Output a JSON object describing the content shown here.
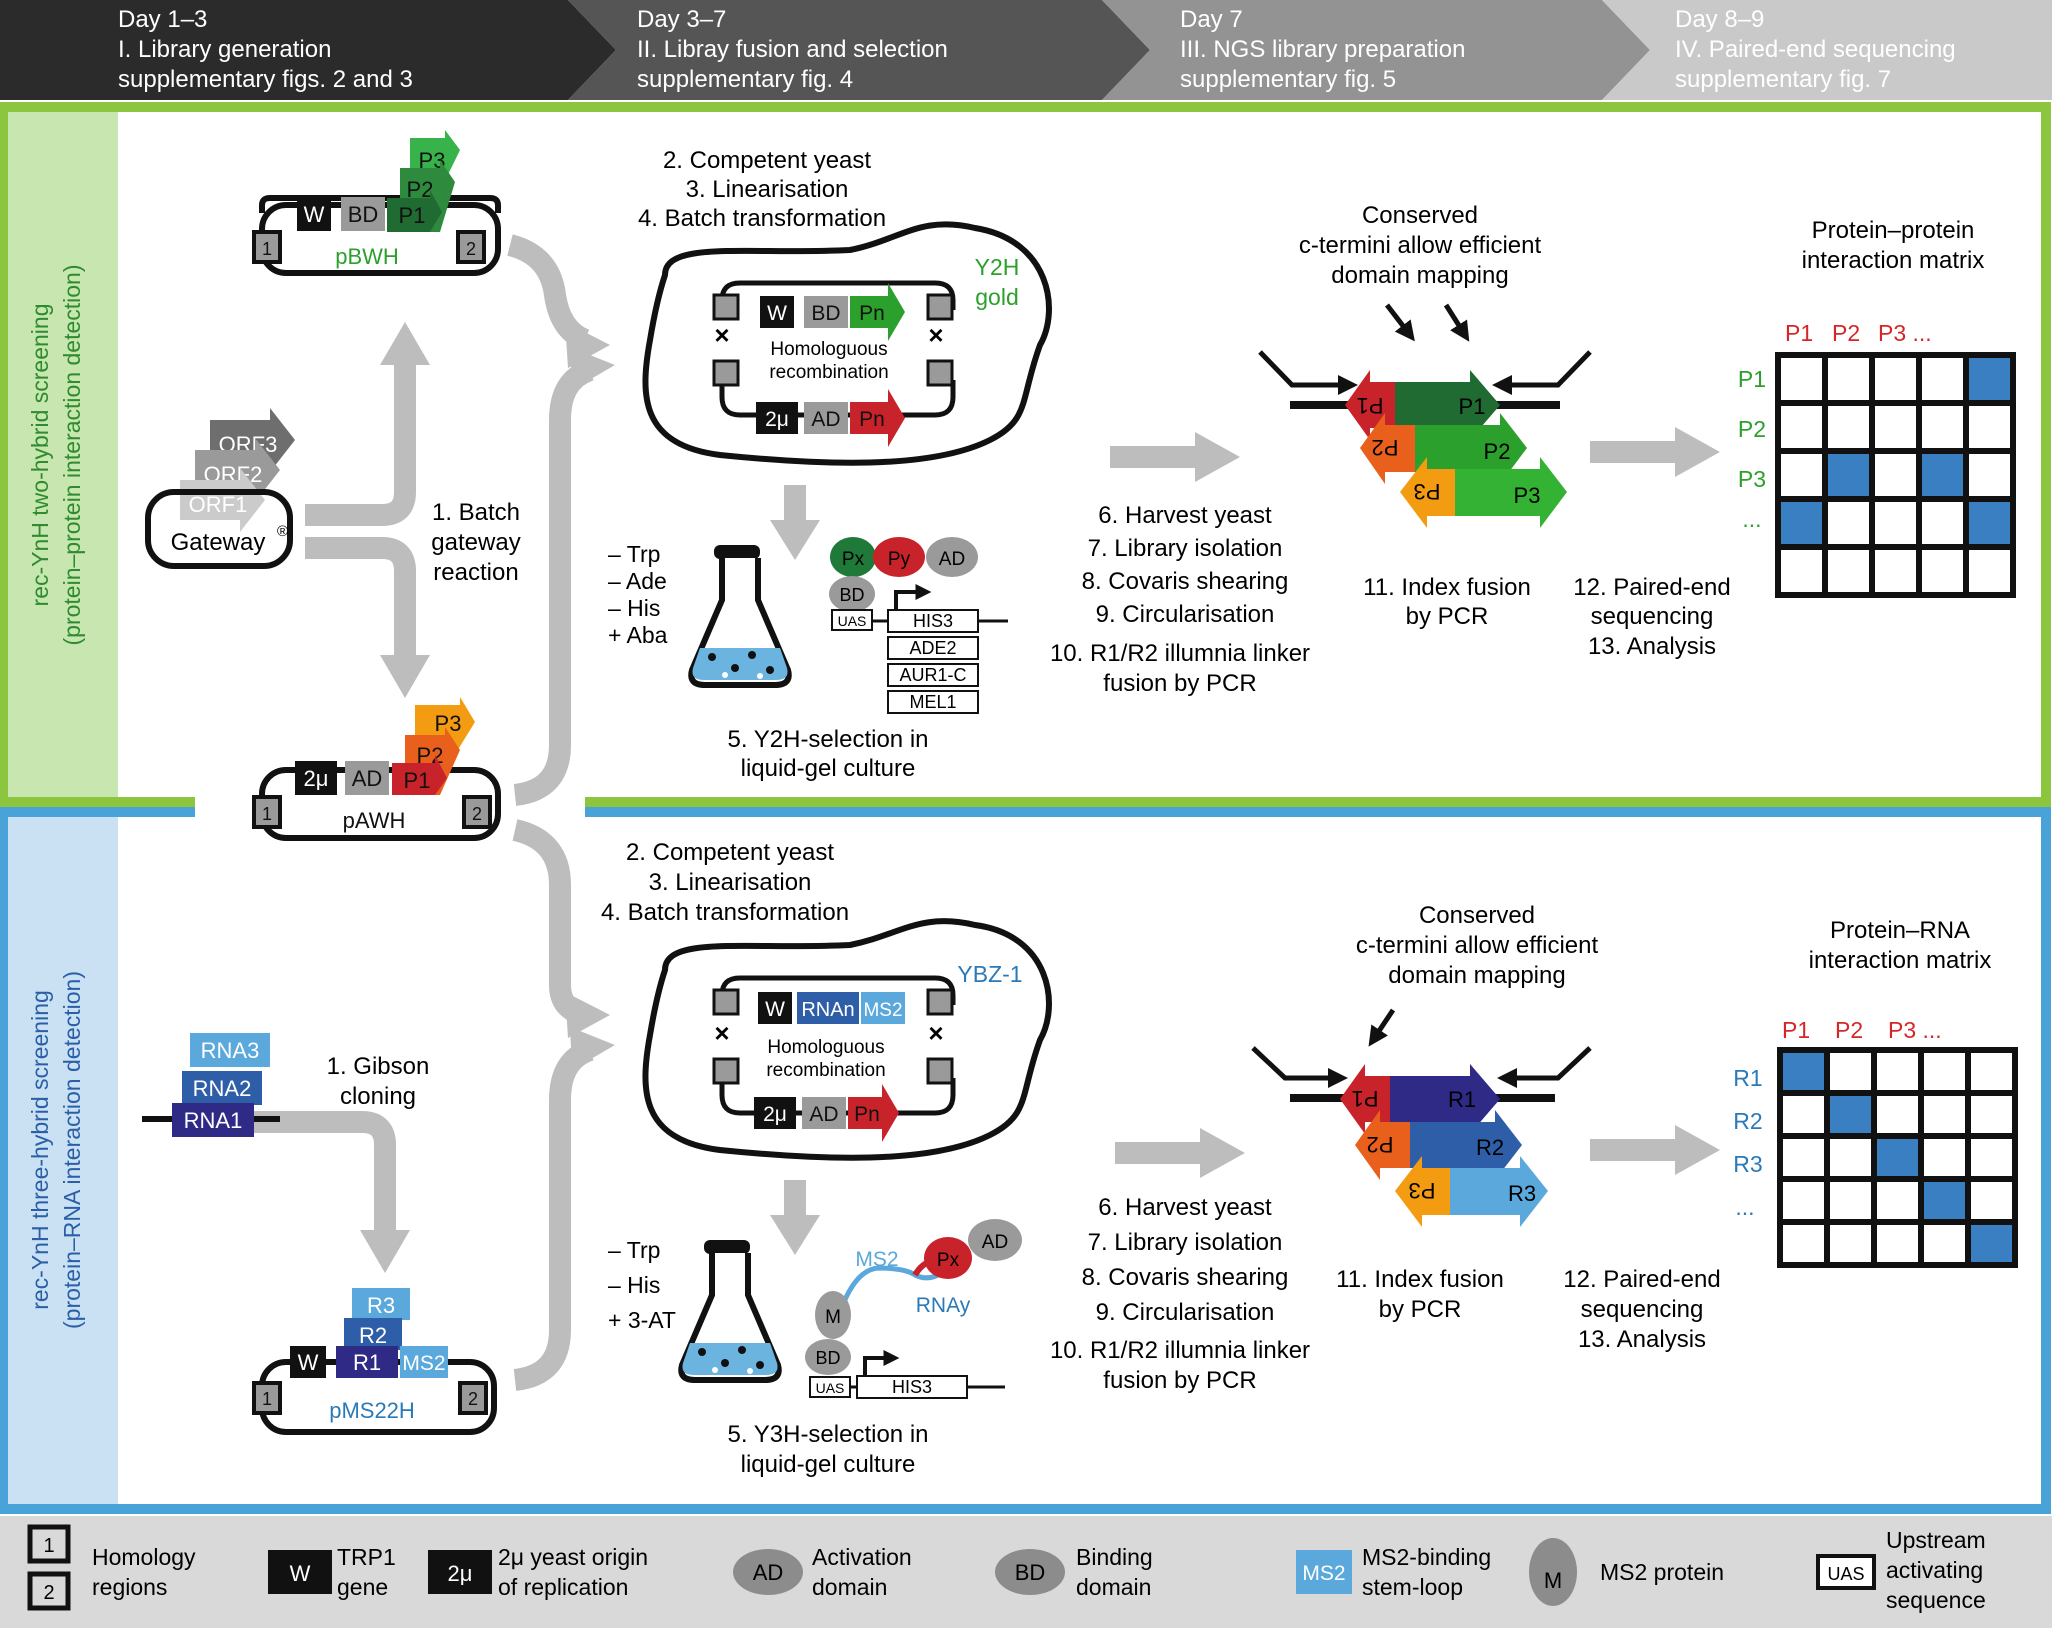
{
  "colors": {
    "topGreen": "#8cc63f",
    "topGreenLight": "#c7e6b0",
    "bottomBlue": "#4aa3d8",
    "bottomBlueLight": "#c9e1f2",
    "arrowGray": "#bdbdbd",
    "matrixBlue": "#3a7fc1",
    "red": "#d62728",
    "green": "#2ca02c",
    "blue": "#2a7ab8",
    "legendBg": "#d9d9d9"
  },
  "header": [
    {
      "day": "Day 1–3",
      "title": "I. Library generation",
      "ref": "supplementary figs. 2 and  3"
    },
    {
      "day": "Day 3–7",
      "title": "II. Libray fusion and selection",
      "ref": "supplementary fig. 4"
    },
    {
      "day": "Day 7",
      "title": "III. NGS library preparation",
      "ref": "supplementary fig. 5"
    },
    {
      "day": "Day 8–9",
      "title": "IV. Paired-end sequencing",
      "ref": "supplementary fig. 7"
    }
  ],
  "top": {
    "side1": "rec-YnH two-hybrid screening",
    "side2": "(protein–protein interaction detection)",
    "gateway": "Gateway",
    "gatewaySup": "®",
    "orfs": [
      "ORF1",
      "ORF2",
      "ORF3"
    ],
    "step1": [
      "1. Batch",
      "gateway",
      "reaction"
    ],
    "pBWH": {
      "name": "pBWH",
      "W": "W",
      "BD": "BD",
      "P": [
        "P1",
        "P2",
        "P3"
      ],
      "h1": "1",
      "h2": "2"
    },
    "pAWH": {
      "name": "pAWH",
      "two": "2μ",
      "AD": "AD",
      "P": [
        "P1",
        "P2",
        "P3"
      ],
      "h1": "1",
      "h2": "2"
    },
    "transform": [
      "2. Competent yeast",
      "3. Linearisation",
      "4. Batch transformation"
    ],
    "yeast": {
      "strain": [
        "Y2H",
        "gold"
      ],
      "W": "W",
      "BD": "BD",
      "Pn1": "Pn",
      "hr": [
        "Homologuous",
        "recombination"
      ],
      "two": "2μ",
      "AD": "AD",
      "Pn2": "Pn"
    },
    "media": [
      "– Trp",
      "– Ade",
      "– His",
      "+ Aba"
    ],
    "complex": {
      "Px": "Px",
      "Py": "Py",
      "AD": "AD",
      "BD": "BD",
      "UAS": "UAS",
      "reporters": [
        "HIS3",
        "ADE2",
        "AUR1-C",
        "MEL1"
      ]
    },
    "select": [
      "5. Y2H-selection in",
      "liquid-gel culture"
    ],
    "harvest": [
      "6. Harvest yeast",
      "7. Library isolation",
      "8. Covaris shearing",
      "9. Circularisation",
      "10. R1/R2 illumnia linker",
      "fusion by PCR"
    ],
    "conserved": [
      "Conserved",
      "c-termini allow efficient",
      "domain mapping"
    ],
    "fusion": {
      "left": [
        "P1",
        "P2",
        "P3"
      ],
      "right": [
        "P1",
        "P2",
        "P3"
      ]
    },
    "index": [
      "11. Index fusion",
      "by PCR"
    ],
    "seq": [
      "12. Paired-end",
      "sequencing",
      "13. Analysis"
    ],
    "matrixTitle": [
      "Protein–protein",
      "interaction matrix"
    ],
    "cols": [
      "P1",
      "P2",
      "P3 ..."
    ],
    "rows": [
      "P1",
      "P2",
      "P3",
      "..."
    ],
    "cells": [
      [
        0,
        0,
        0,
        0,
        1
      ],
      [
        0,
        0,
        0,
        0,
        0
      ],
      [
        0,
        1,
        0,
        1,
        0
      ],
      [
        1,
        0,
        0,
        0,
        1
      ],
      [
        0,
        0,
        0,
        0,
        0
      ]
    ]
  },
  "bottom": {
    "side1": "rec-YnH three-hybrid screening",
    "side2": "(protein–RNA interaction detection)",
    "rnas": [
      "RNA1",
      "RNA2",
      "RNA3"
    ],
    "step1": [
      "1. Gibson",
      "cloning"
    ],
    "pMS22H": {
      "name": "pMS22H",
      "W": "W",
      "R": [
        "R1",
        "R2",
        "R3"
      ],
      "MS2": "MS2",
      "h1": "1",
      "h2": "2"
    },
    "transform": [
      "2. Competent yeast",
      "3. Linearisation",
      "4. Batch transformation"
    ],
    "yeast": {
      "strain": "YBZ-1",
      "W": "W",
      "RNAn": "RNAn",
      "MS2": "MS2",
      "hr": [
        "Homologuous",
        "recombination"
      ],
      "two": "2μ",
      "AD": "AD",
      "Pn": "Pn"
    },
    "media": [
      "– Trp",
      "– His",
      "+ 3-AT"
    ],
    "complex": {
      "MS2": "MS2",
      "Px": "Px",
      "AD": "AD",
      "RNAy": "RNAy",
      "M": "M",
      "BD": "BD",
      "UAS": "UAS",
      "HIS3": "HIS3"
    },
    "select": [
      "5. Y3H-selection in",
      "liquid-gel culture"
    ],
    "harvest": [
      "6. Harvest yeast",
      "7. Library isolation",
      "8. Covaris shearing",
      "9. Circularisation",
      "10. R1/R2 illumnia linker",
      "fusion by PCR"
    ],
    "conserved": [
      "Conserved",
      "c-termini allow efficient",
      "domain mapping"
    ],
    "fusion": {
      "left": [
        "P1",
        "P2",
        "P3"
      ],
      "right": [
        "R1",
        "R2",
        "R3"
      ]
    },
    "index": [
      "11. Index fusion",
      "by PCR"
    ],
    "seq": [
      "12. Paired-end",
      "sequencing",
      "13. Analysis"
    ],
    "matrixTitle": [
      "Protein–RNA",
      "interaction matrix"
    ],
    "cols": [
      "P1",
      "P2",
      "P3 ..."
    ],
    "rows": [
      "R1",
      "R2",
      "R3",
      "..."
    ],
    "cells": [
      [
        1,
        0,
        0,
        0,
        0
      ],
      [
        0,
        1,
        0,
        0,
        0
      ],
      [
        0,
        0,
        1,
        0,
        0
      ],
      [
        0,
        0,
        0,
        1,
        0
      ],
      [
        0,
        0,
        0,
        0,
        1
      ]
    ]
  },
  "legend": {
    "hom": {
      "one": "1",
      "two": "2",
      "text": [
        "Homology",
        "regions"
      ]
    },
    "trp": {
      "sym": "W",
      "text": [
        "TRP1",
        "gene"
      ]
    },
    "ori": {
      "sym": "2μ",
      "text": [
        "2μ yeast origin",
        "of replication"
      ]
    },
    "ad": {
      "sym": "AD",
      "text": [
        "Activation",
        "domain"
      ]
    },
    "bd": {
      "sym": "BD",
      "text": [
        "Binding",
        "domain"
      ]
    },
    "ms2": {
      "sym": "MS2",
      "text": [
        "MS2-binding",
        "stem-loop"
      ]
    },
    "m": {
      "sym": "M",
      "text": "MS2 protein"
    },
    "uas": {
      "sym": "UAS",
      "text": [
        "Upstream",
        "activating",
        "sequence"
      ]
    }
  }
}
